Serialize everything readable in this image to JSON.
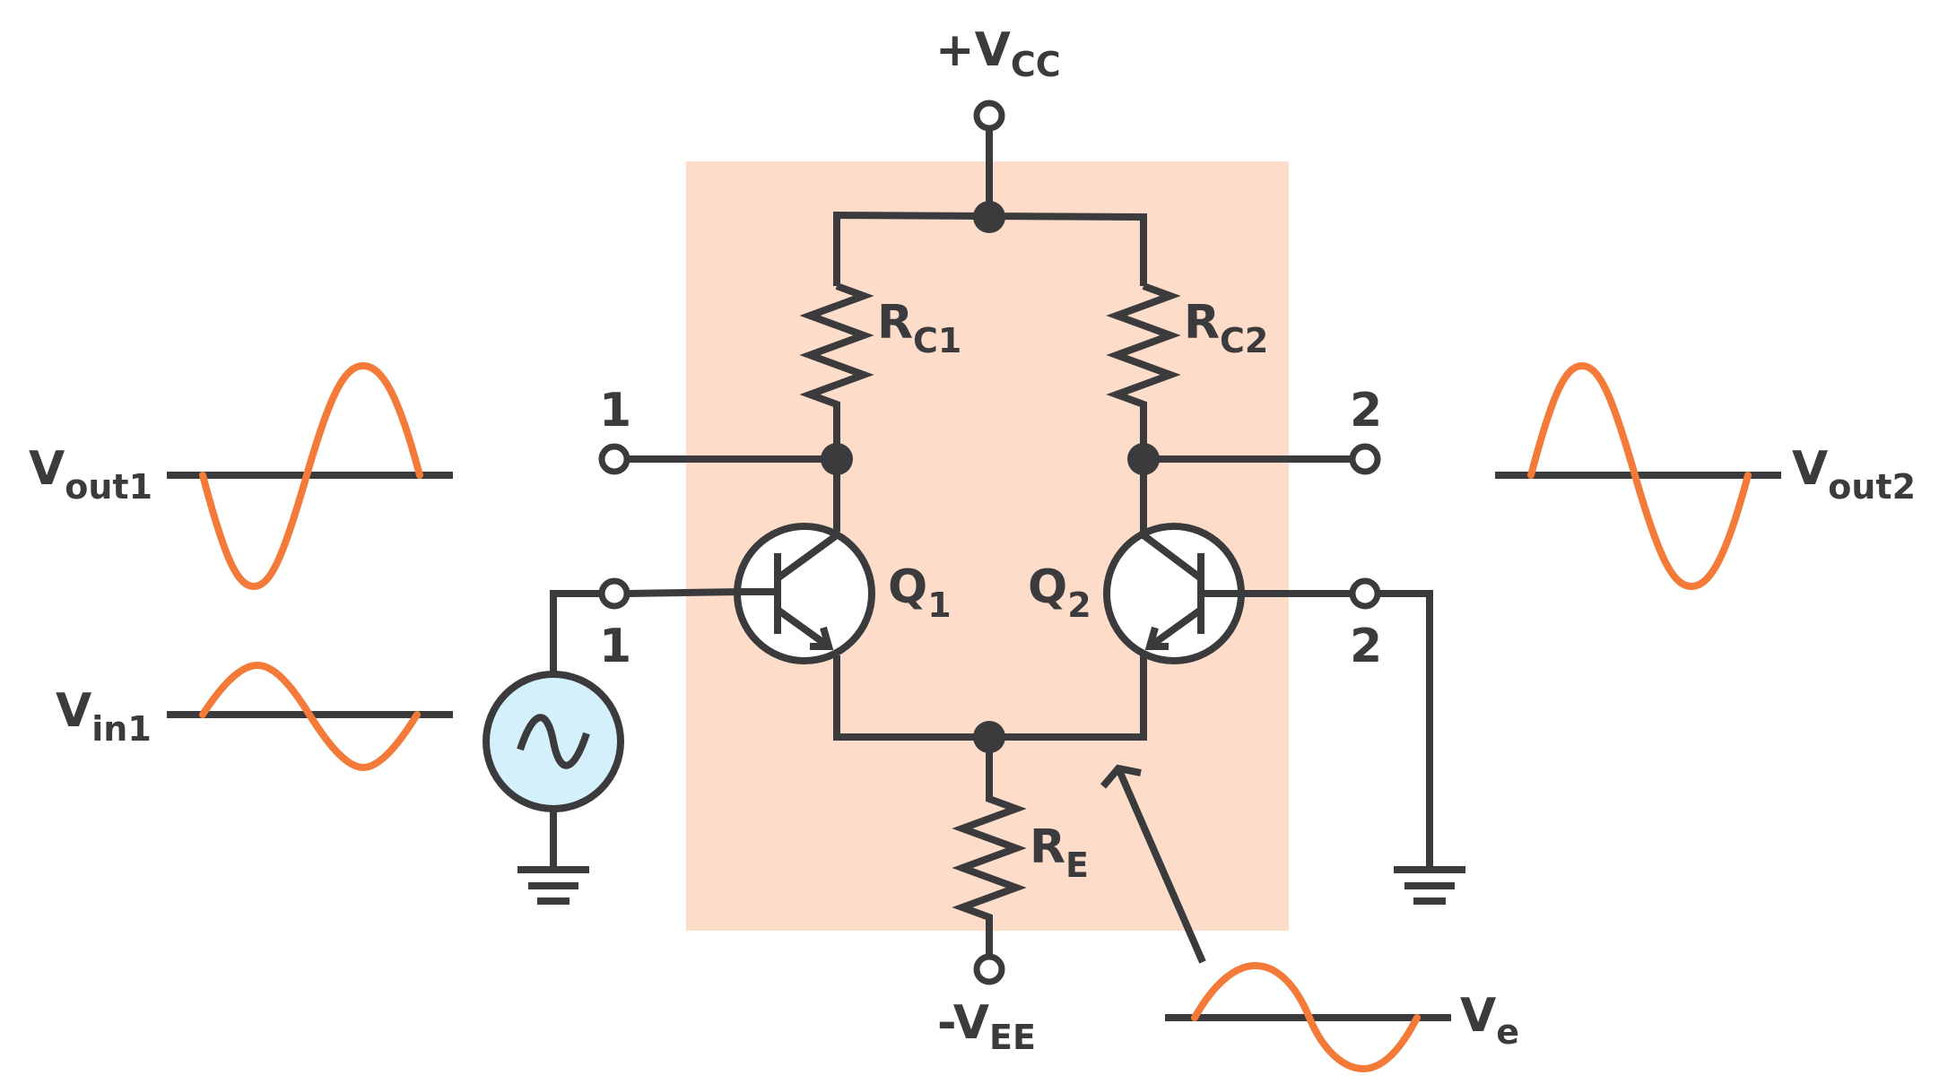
{
  "supply": {
    "vcc_main": "+V",
    "vcc_sub": "CC",
    "vee_main": "-V",
    "vee_sub": "EE"
  },
  "resistors": {
    "rc1": {
      "main": "R",
      "sub": "C1"
    },
    "rc2": {
      "main": "R",
      "sub": "C2"
    },
    "re": {
      "main": "R",
      "sub": "E"
    }
  },
  "transistors": {
    "q1": {
      "main": "Q",
      "sub": "1"
    },
    "q2": {
      "main": "Q",
      "sub": "2"
    }
  },
  "terminals": {
    "out1": "1",
    "out2": "2",
    "in1": "1",
    "in2": "2"
  },
  "signals": {
    "vout1": {
      "main": "V",
      "sub": "out1"
    },
    "vout2": {
      "main": "V",
      "sub": "out2"
    },
    "vin1": {
      "main": "V",
      "sub": "in1"
    },
    "ve": {
      "main": "V",
      "sub": "e"
    }
  },
  "colors": {
    "wire": "#3b3b3d",
    "highlight": "#fddcca",
    "wave": "#f47a3a",
    "source_fill": "#d4f0fc"
  }
}
